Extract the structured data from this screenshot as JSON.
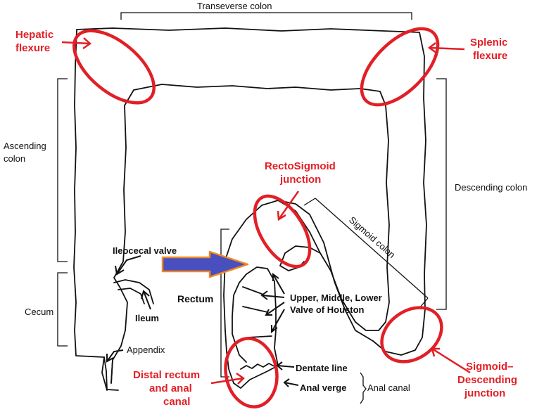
{
  "labels": {
    "transverse_colon": "Transeverse colon",
    "hepatic_flexure_1": "Hepatic",
    "hepatic_flexure_2": "flexure",
    "splenic_flexure_1": "Splenic",
    "splenic_flexure_2": "flexure",
    "ascending_colon_1": "Ascending",
    "ascending_colon_2": "colon",
    "descending_colon": "Descending colon",
    "rectosigmoid_1": "RectoSigmoid",
    "rectosigmoid_2": "junction",
    "sigmoid_colon": "Sigmoid colon",
    "ileocecal_valve": "Ileocecal  valve",
    "rectum": "Rectum",
    "houston_1": "Upper, Middle, Lower",
    "houston_2": "Valve of Houston",
    "cecum": "Cecum",
    "ileum": "Ileum",
    "appendix": "Appendix",
    "dentate_line": "Dentate line",
    "anal_verge": "Anal verge",
    "anal_canal": "Anal canal",
    "distal_rectum_1": "Distal rectum",
    "distal_rectum_2": "and anal",
    "distal_rectum_3": "canal",
    "sigmoid_desc_1": "Sigmoid–",
    "sigmoid_desc_2": "Descending",
    "sigmoid_desc_3": "junction"
  },
  "colors": {
    "highlight_red": "#e21f26",
    "pointer_blue": "#4a4fc0",
    "pointer_border": "#f08a24",
    "outline": "#111111"
  }
}
